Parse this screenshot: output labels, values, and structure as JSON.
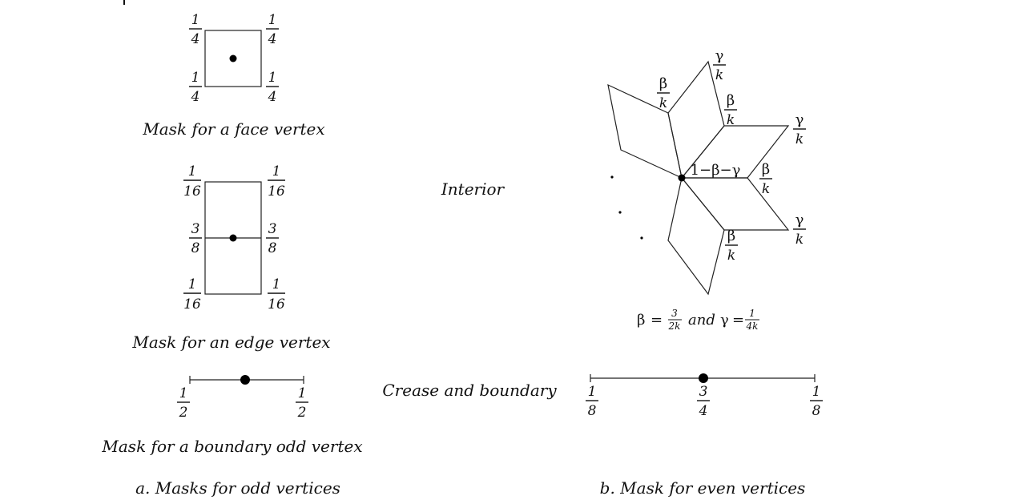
{
  "mask_face": {
    "weights": [
      {
        "num": "1",
        "den": "4"
      },
      {
        "num": "1",
        "den": "4"
      },
      {
        "num": "1",
        "den": "4"
      },
      {
        "num": "1",
        "den": "4"
      }
    ],
    "caption": "Mask for a face vertex"
  },
  "mask_edge": {
    "weights": [
      {
        "num": "1",
        "den": "16"
      },
      {
        "num": "1",
        "den": "16"
      },
      {
        "num": "3",
        "den": "8"
      },
      {
        "num": "3",
        "den": "8"
      },
      {
        "num": "1",
        "den": "16"
      },
      {
        "num": "1",
        "den": "16"
      }
    ],
    "caption": "Mask for an edge vertex"
  },
  "mask_boundary_odd": {
    "weights": [
      {
        "num": "1",
        "den": "2"
      },
      {
        "num": "1",
        "den": "2"
      }
    ],
    "caption": "Mask for a boundary odd  vertex"
  },
  "caption_a": "a. Masks for odd vertices",
  "interior": {
    "label": "Interior",
    "center_weight": "1−β−γ",
    "beta": {
      "num": "β",
      "den": "k"
    },
    "gamma": {
      "num": "γ",
      "den": "k"
    },
    "equation": {
      "beta_sym": "β",
      "beta_num": "3",
      "beta_den": "2k",
      "and_text": "and",
      "gamma_sym": "γ",
      "gamma_num": "1",
      "gamma_den": "4k",
      "equals": "="
    }
  },
  "crease": {
    "label": "Crease and boundary",
    "weights": [
      {
        "num": "1",
        "den": "8"
      },
      {
        "num": "3",
        "den": "4"
      },
      {
        "num": "1",
        "den": "8"
      }
    ]
  },
  "caption_b": "b. Mask for even vertices"
}
